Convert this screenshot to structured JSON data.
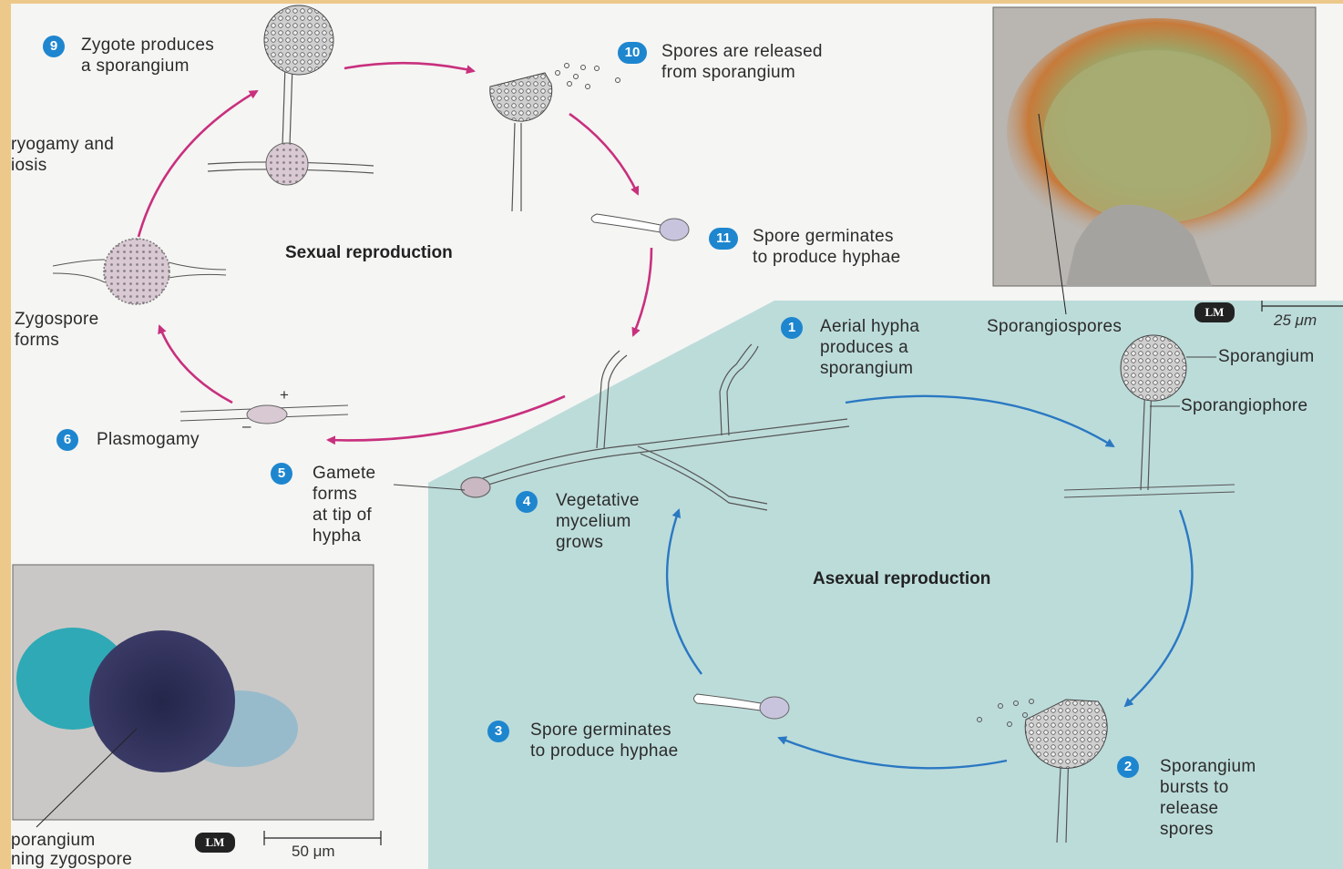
{
  "sexual_title": "Sexual reproduction",
  "asexual_title": "Asexual reproduction",
  "steps": {
    "s1": {
      "num": "1",
      "lines": [
        "Aerial hypha",
        "produces a",
        "sporangium"
      ]
    },
    "s2": {
      "num": "2",
      "lines": [
        "Sporangium",
        "bursts to",
        "release",
        "spores"
      ]
    },
    "s3": {
      "num": "3",
      "lines": [
        "Spore germinates",
        "to produce hyphae"
      ]
    },
    "s4": {
      "num": "4",
      "lines": [
        "Vegetative",
        "mycelium",
        "grows"
      ]
    },
    "s5": {
      "num": "5",
      "lines": [
        "Gamete",
        "forms",
        "at tip of",
        "hypha"
      ]
    },
    "s6": {
      "num": "6",
      "lines": [
        "Plasmogamy"
      ]
    },
    "s7": {
      "lines": [
        "Zygospore",
        "forms"
      ]
    },
    "s8": {
      "lines": [
        "ryogamy and",
        "iosis"
      ]
    },
    "s9": {
      "num": "9",
      "lines": [
        "Zygote produces",
        "a sporangium"
      ]
    },
    "s10": {
      "num": "10",
      "lines": [
        "Spores are released",
        "from sporangium"
      ]
    },
    "s11": {
      "num": "11",
      "lines": [
        "Spore germinates",
        "to produce hyphae"
      ]
    }
  },
  "photo_top": {
    "labels": {
      "sporangiospores": "Sporangiospores",
      "sporangium": "Sporangium",
      "sporangiophore": "Sporangiophore"
    },
    "lm": "LM",
    "scale": "25 μm"
  },
  "photo_bottom": {
    "caption_lines": [
      "porangium",
      "ning zygospore"
    ],
    "lm": "LM",
    "scale": "50 μm"
  },
  "plasmogamy_signs": {
    "plus": "+",
    "minus": "–"
  },
  "colors": {
    "background": "#f5f5f3",
    "asexual_zone": "#bcdcda",
    "sexual_arrow": "#c8307e",
    "asexual_arrow": "#2a78c2",
    "badge": "#1e86cf",
    "border": "#e3c07a"
  }
}
